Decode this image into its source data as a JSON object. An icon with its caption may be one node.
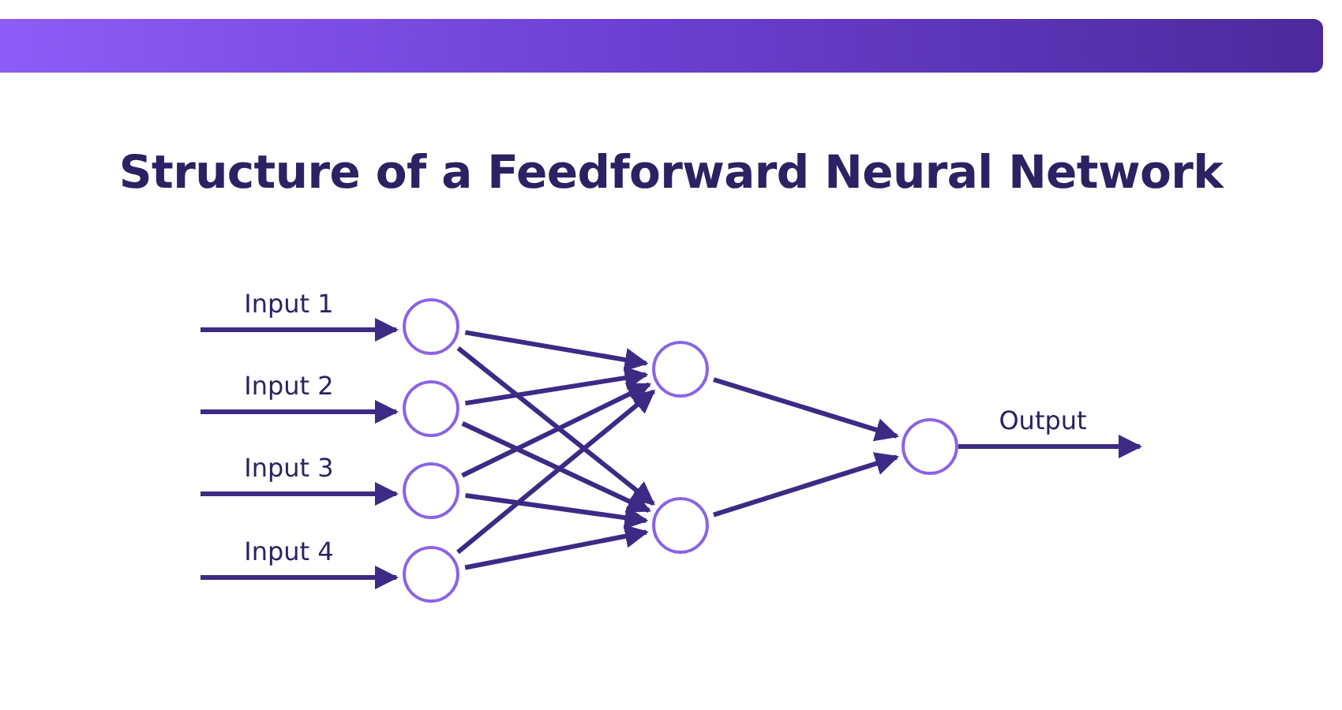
{
  "diagram": {
    "title": "Structure of a Feedforward Neural Network",
    "nodes": [
      {
        "text": [],
        "shape": "circle"
      },
      {
        "text": [],
        "shape": "circle"
      },
      {
        "text": [],
        "shape": "circle"
      },
      {
        "text": [],
        "shape": "circle"
      },
      {
        "text": [],
        "shape": "circle"
      },
      {
        "text": [],
        "shape": "circle"
      },
      {
        "text": [],
        "shape": "circle"
      }
    ],
    "edges": [
      {
        "from": null,
        "to": 0,
        "arrow": "to",
        "label": "Input 1"
      },
      {
        "from": null,
        "to": 1,
        "arrow": "to",
        "label": "Input 2"
      },
      {
        "from": null,
        "to": 2,
        "arrow": "to",
        "label": "Input 3"
      },
      {
        "from": null,
        "to": 3,
        "arrow": "to",
        "label": "Input 4"
      },
      {
        "from": 0,
        "to": 4,
        "arrow": "to"
      },
      {
        "from": 0,
        "to": 5,
        "arrow": "to"
      },
      {
        "from": 1,
        "to": 4,
        "arrow": "to"
      },
      {
        "from": 1,
        "to": 5,
        "arrow": "to"
      },
      {
        "from": 2,
        "to": 4,
        "arrow": "to"
      },
      {
        "from": 2,
        "to": 5,
        "arrow": "to"
      },
      {
        "from": 3,
        "to": 4,
        "arrow": "to"
      },
      {
        "from": 3,
        "to": 5,
        "arrow": "to"
      },
      {
        "from": 4,
        "to": 6,
        "arrow": "to"
      },
      {
        "from": 5,
        "to": 6,
        "arrow": "to"
      },
      {
        "from": 6,
        "to": null,
        "arrow": "to",
        "label": "Output"
      }
    ]
  }
}
